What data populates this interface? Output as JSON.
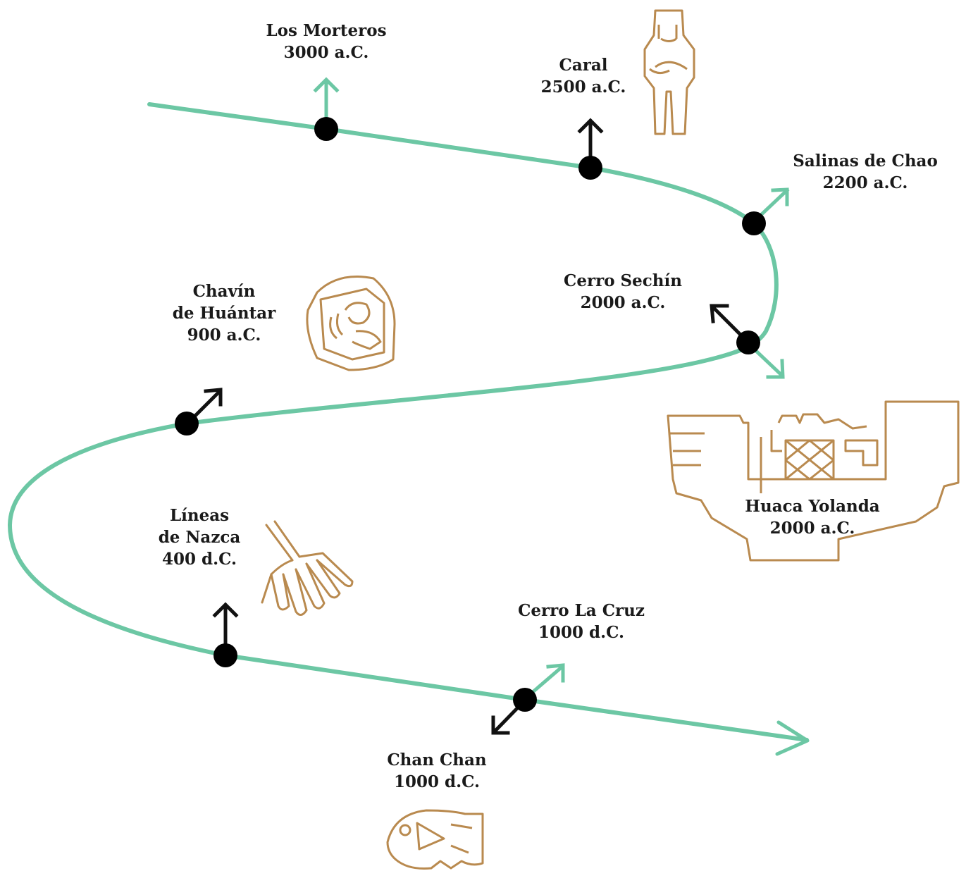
{
  "colors": {
    "line": "#6cc7a4",
    "dot": "#000000",
    "arrow_black": "#111111",
    "arrow_green": "#6cc7a4",
    "illustration": "#b98a4f",
    "text": "#1a1a1a"
  },
  "sites": [
    {
      "id": "los-morteros",
      "name_lines": [
        "Los Morteros"
      ],
      "date": "3000 a.C."
    },
    {
      "id": "caral",
      "name_lines": [
        "Caral"
      ],
      "date": "2500 a.C."
    },
    {
      "id": "salinas-de-chao",
      "name_lines": [
        "Salinas de Chao"
      ],
      "date": "2200 a.C."
    },
    {
      "id": "cerro-sechin",
      "name_lines": [
        "Cerro Sechín"
      ],
      "date": "2000 a.C."
    },
    {
      "id": "huaca-yolanda",
      "name_lines": [
        "Huaca Yolanda"
      ],
      "date": "2000 a.C."
    },
    {
      "id": "chavin",
      "name_lines": [
        "Chavín",
        "de Huántar"
      ],
      "date": "900 a.C."
    },
    {
      "id": "lineas-de-nazca",
      "name_lines": [
        "Líneas",
        "de Nazca"
      ],
      "date": "400 d.C."
    },
    {
      "id": "cerro-la-cruz",
      "name_lines": [
        "Cerro La Cruz"
      ],
      "date": "1000 d.C."
    },
    {
      "id": "chan-chan",
      "name_lines": [
        "Chan Chan"
      ],
      "date": "1000 d.C."
    }
  ],
  "illustrations": [
    {
      "name": "caral-figurine-icon"
    },
    {
      "name": "chavin-head-icon"
    },
    {
      "name": "huaca-yolanda-frieze-icon"
    },
    {
      "name": "nazca-hands-icon"
    },
    {
      "name": "chan-chan-fish-icon"
    }
  ]
}
